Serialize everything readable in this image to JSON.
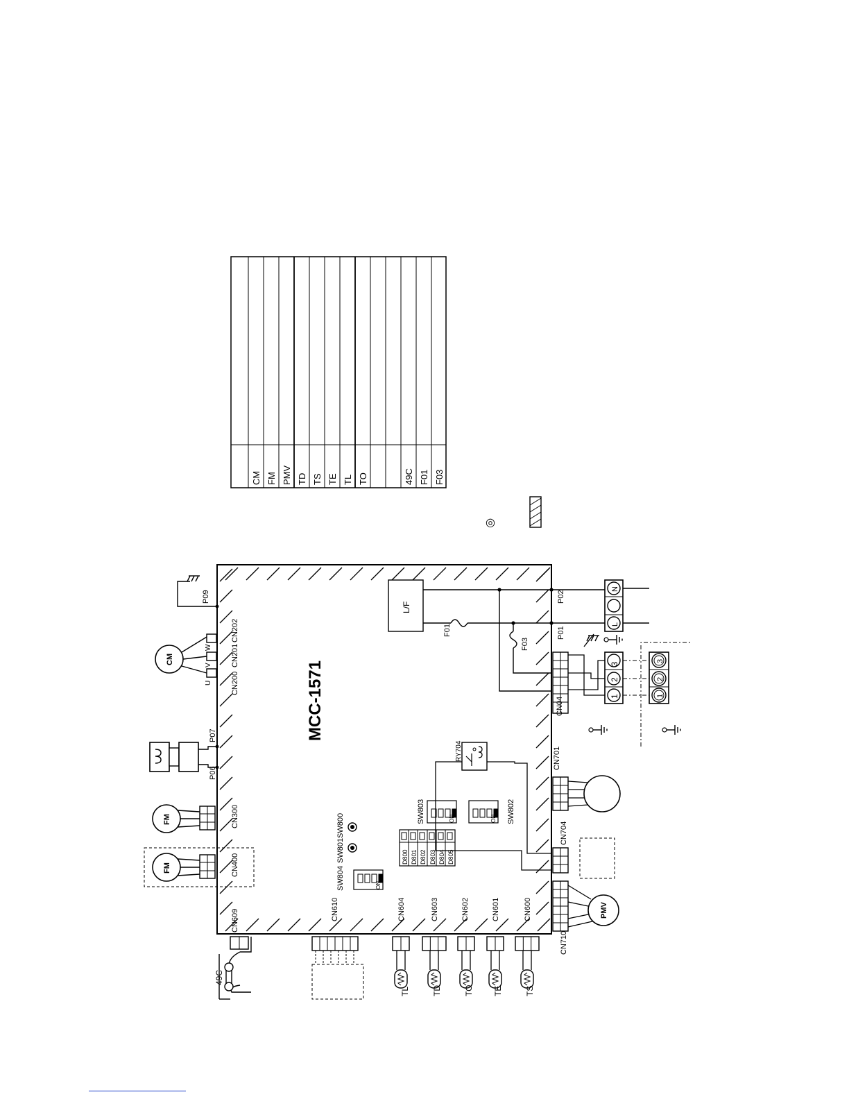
{
  "board": {
    "model": "MCC-1571"
  },
  "legend": {
    "symbols": [
      "CM",
      "FM",
      "PMV",
      "TD",
      "TS",
      "TE",
      "TL",
      "TO",
      "49C",
      "F01",
      "F03"
    ],
    "terminal_symbol": "◎"
  },
  "board_labels": {
    "top_connectors": [
      "CN609",
      "CN400",
      "CN300",
      "P06",
      "P07",
      "CN200",
      "CN201",
      "CN202",
      "P09"
    ],
    "phases": [
      "U",
      "V",
      "W"
    ],
    "left_connectors": [
      "CN610",
      "CN604",
      "CN603",
      "CN602",
      "CN601",
      "CN600"
    ],
    "bottom_connectors": [
      "CN710",
      "CN704",
      "CN701",
      "CN04",
      "P01",
      "P02"
    ],
    "switches": [
      "SW804",
      "SW801",
      "SW800",
      "SW803",
      "SW802"
    ],
    "relay": "RY704",
    "filter": "L/F",
    "fuse_f01": "F01",
    "fuse_f03": "F03",
    "leds": [
      "D800",
      "D801",
      "D802",
      "D803",
      "D804",
      "D805"
    ],
    "on_label": "ON"
  },
  "components": {
    "protector": "49C",
    "sensors": [
      "TL",
      "TD",
      "TO",
      "TE",
      "TS"
    ],
    "fan_motor": "FM",
    "compressor": "CM",
    "pmv": "PMV"
  },
  "terminals": {
    "power": [
      "N",
      "L"
    ],
    "block_a": [
      "1",
      "2",
      "3"
    ],
    "block_b": [
      "1",
      "2",
      "3"
    ]
  }
}
